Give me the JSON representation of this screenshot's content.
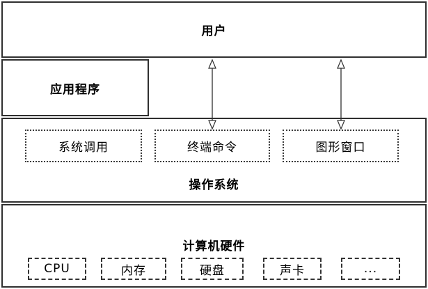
{
  "diagram": {
    "title_implicit": "操作系统层次结构图",
    "colors": {
      "border": "#2f2f2f",
      "background": "#ffffff",
      "text": "#000000"
    },
    "layers": {
      "user": {
        "label": "用户"
      },
      "application": {
        "label": "应用程序"
      },
      "os": {
        "label": "操作系统",
        "interfaces": [
          {
            "label": "系统调用"
          },
          {
            "label": "终端命令"
          },
          {
            "label": "图形窗口"
          }
        ]
      },
      "hardware": {
        "label": "计算机硬件",
        "components": [
          {
            "label": "CPU"
          },
          {
            "label": "内存"
          },
          {
            "label": "硬盘"
          },
          {
            "label": "声卡"
          },
          {
            "label": "..."
          }
        ]
      }
    },
    "arrows": [
      {
        "from": "用户",
        "to": "终端命令",
        "style": "double-headed-hollow"
      },
      {
        "from": "用户",
        "to": "图形窗口",
        "style": "double-headed-hollow"
      }
    ]
  }
}
